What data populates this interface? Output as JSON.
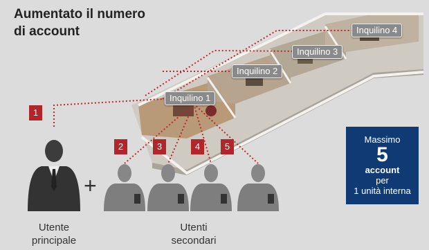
{
  "title": {
    "line1": "Aumentato il numero",
    "line2": "di account"
  },
  "tenants": [
    "Inquilino 1",
    "Inquilino 2",
    "Inquilino 3",
    "Inquilino 4"
  ],
  "numbers": [
    "1",
    "2",
    "3",
    "4",
    "5"
  ],
  "info": {
    "line1": "Massimo",
    "count": "5",
    "line3": "account",
    "line4": "per",
    "line5": "1 unità interna"
  },
  "main_user_label": {
    "line1": "Utente",
    "line2": "principale"
  },
  "secondary_users_label": {
    "line1": "Utenti",
    "line2": "secondari"
  },
  "plus_symbol": "+",
  "colors": {
    "number_badge": "#b0262b",
    "info_box": "#0f3a74",
    "tenant_tag": "#8a8a8a",
    "dotted_line": "#c0262e"
  }
}
